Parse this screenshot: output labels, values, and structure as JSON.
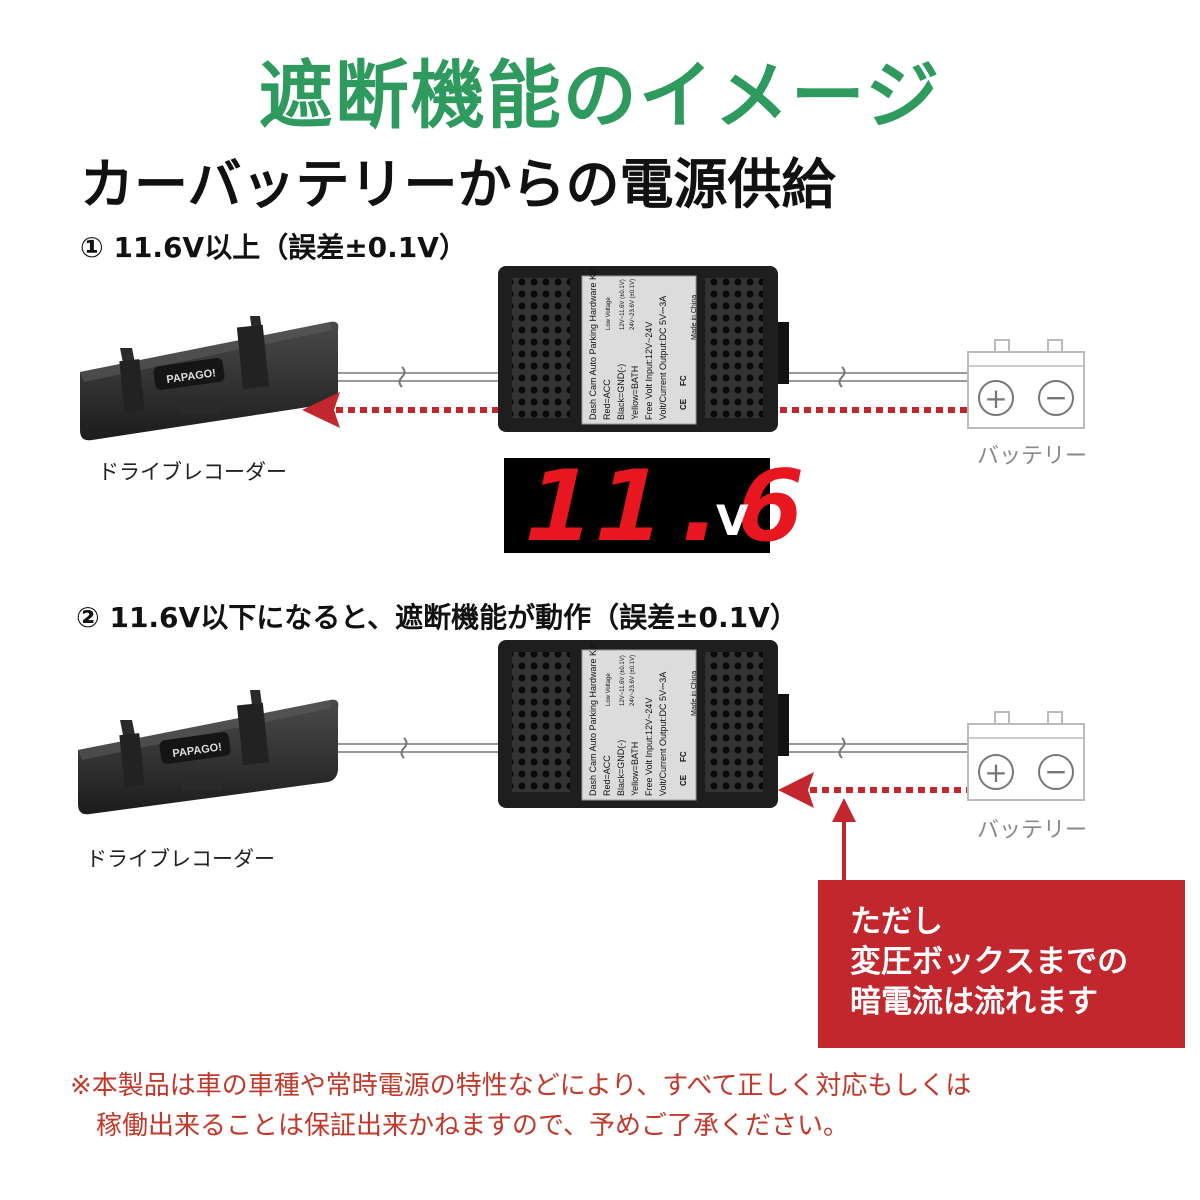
{
  "title": "遮断機能のイメージ",
  "subtitle": "カーバッテリーからの電源供給",
  "step1": "① 11.6V以上（誤差±0.1V）",
  "step2": "② 11.6V以下になると、遮断機能が動作（誤差±0.1V）",
  "recorder_label": "ドライブレコーダー",
  "recorder_brand": "PAPAGO!",
  "battery_label": "バッテリー",
  "battery_plus": "+",
  "battery_minus": "−",
  "voltmeter": {
    "value": "11.6",
    "unit": "V"
  },
  "box_label": {
    "line1": "Dash Cam Auto Parking Hardware Kit",
    "line2": "Red=ACC",
    "line3": "Black=GND(-)",
    "line4": "Yellow=BATH",
    "line5": "Free Volt Input:12V~24V",
    "line6": "Volt/Current Output:DC 5V⎓3A",
    "low_voltage": "Low Voltage",
    "protection1": "12V~11.6V (±0.1V)",
    "protection2": "24V~23.6V (±0.1V)",
    "made_in": "Made in China",
    "ce": "CE",
    "fc": "FC"
  },
  "note": [
    "ただし",
    "変圧ボックスまでの",
    "暗電流は流れます"
  ],
  "disclaimer": [
    "※本製品は車の車種や常時電源の特性などにより、すべて正しく対応もしくは",
    "　稼働出来ることは保証出来かねますので、予めご了承ください。"
  ],
  "colors": {
    "title_green": "#2e9a5e",
    "arrow_red": "#c1272d",
    "voltage_red": "#e8171f",
    "note_bg": "#c1272d"
  }
}
